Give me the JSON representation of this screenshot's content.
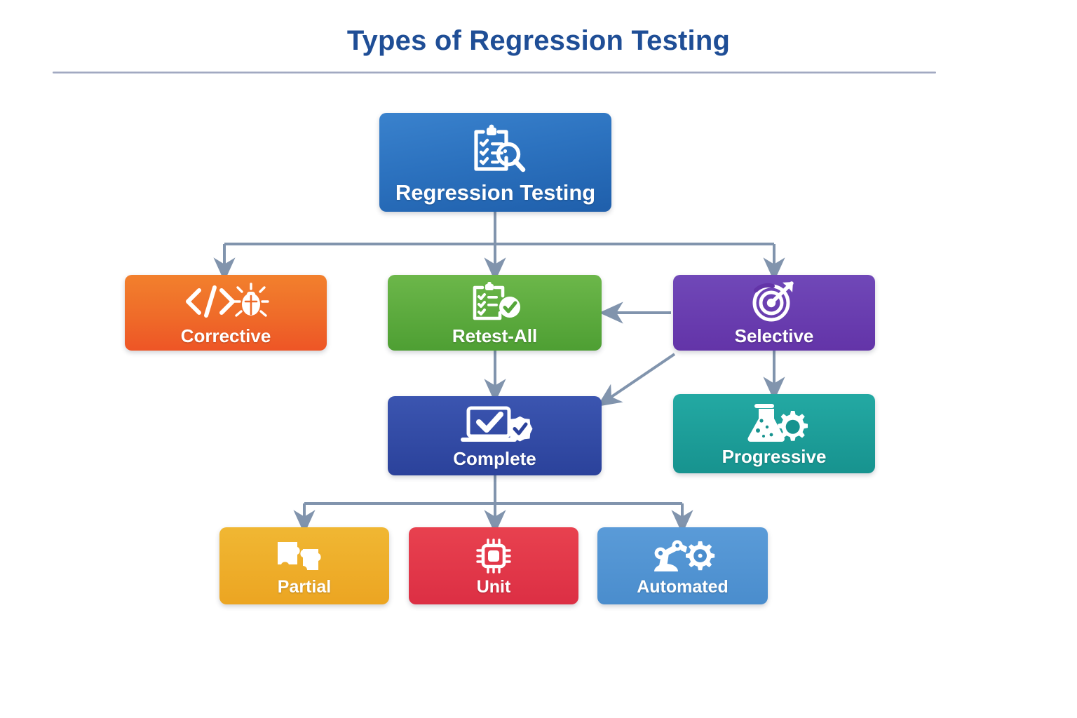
{
  "page": {
    "title": "Types of Regression Testing",
    "background_color": "#ffffff",
    "title_color": "#1f4e96",
    "divider_color": "#a8aec4",
    "connector_color": "#8194ad"
  },
  "diagram": {
    "type": "hierarchy-flowchart",
    "root": {
      "id": "regression-testing",
      "label": "Regression Testing",
      "icon": "clipboard-checklist-magnifier-icon",
      "color": "#2c72bf"
    },
    "nodes": [
      {
        "id": "corrective",
        "label": "Corrective",
        "icon": "code-brackets-bug-icon",
        "color": "#ef6b29",
        "level": 2
      },
      {
        "id": "retest-all",
        "label": "Retest-All",
        "icon": "clipboard-check-circle-icon",
        "color": "#5aaa3c",
        "level": 2
      },
      {
        "id": "selective",
        "label": "Selective",
        "icon": "target-arrow-icon",
        "color": "#6334a8",
        "level": 2
      },
      {
        "id": "complete",
        "label": "Complete",
        "icon": "laptop-check-badge-icon",
        "color": "#2b429b",
        "level": 3
      },
      {
        "id": "progressive",
        "label": "Progressive",
        "icon": "flask-gear-icon",
        "color": "#17938f",
        "level": 3
      },
      {
        "id": "partial",
        "label": "Partial",
        "icon": "puzzle-pieces-icon",
        "color": "#eca522",
        "level": 4
      },
      {
        "id": "unit",
        "label": "Unit",
        "icon": "microchip-icon",
        "color": "#dc2f44",
        "level": 4
      },
      {
        "id": "automated",
        "label": "Automated",
        "icon": "robot-arm-gear-icon",
        "color": "#4a8dcd",
        "level": 4
      }
    ],
    "edges": [
      {
        "from": "regression-testing",
        "to": "corrective"
      },
      {
        "from": "regression-testing",
        "to": "retest-all"
      },
      {
        "from": "regression-testing",
        "to": "selective"
      },
      {
        "from": "retest-all",
        "to": "complete"
      },
      {
        "from": "selective",
        "to": "retest-all"
      },
      {
        "from": "selective",
        "to": "complete"
      },
      {
        "from": "selective",
        "to": "progressive"
      },
      {
        "from": "complete",
        "to": "partial"
      },
      {
        "from": "complete",
        "to": "unit"
      },
      {
        "from": "complete",
        "to": "automated"
      }
    ]
  }
}
